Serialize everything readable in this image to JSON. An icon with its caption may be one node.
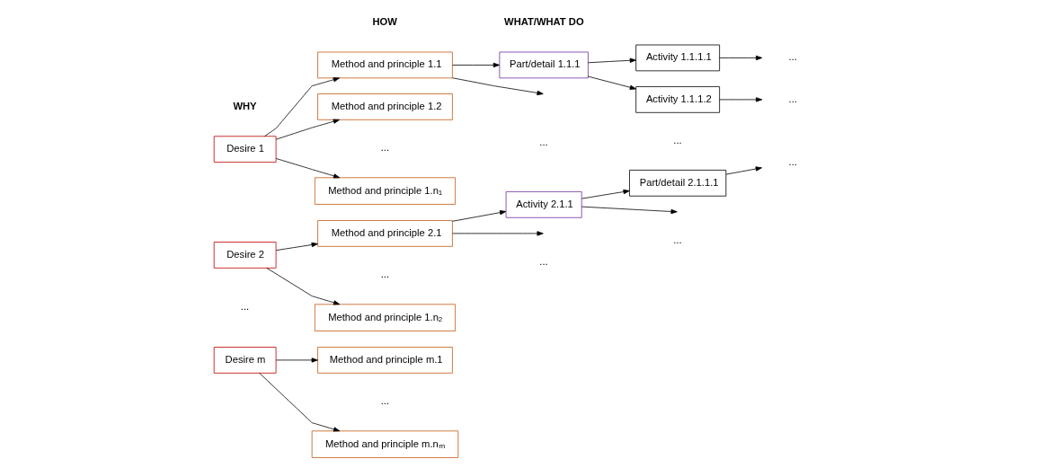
{
  "diagram": {
    "nodes": [
      {
        "text": [
          "Desire 1"
        ]
      },
      {
        "text": [
          "Desire 2"
        ]
      },
      {
        "text": [
          "Desire m"
        ]
      },
      {
        "text": [
          "Method and principle 1.1"
        ]
      },
      {
        "text": [
          "Method and principle 1.2"
        ]
      },
      {
        "text": [
          "Method and principle 1.n$_{1}$"
        ]
      },
      {
        "text": [
          "Method and principle 2.1"
        ]
      },
      {
        "text": [
          "Method and principle 1.n$_{2}$"
        ]
      },
      {
        "text": [
          "Method and principle m.1"
        ]
      },
      {
        "text": [
          "Method and principle m.n$_{m}$"
        ]
      },
      {
        "text": [
          "Part/detail 1.1.1"
        ]
      },
      {
        "text": [
          "Activity 2.1.1"
        ]
      },
      {
        "text": [
          "Activity 1.1.1.1"
        ]
      },
      {
        "text": [
          "Activity 1.1.1.2"
        ]
      },
      {
        "text": [
          "Part/detail 2.1.1.1"
        ]
      },
      {
        "text": [
          "..."
        ]
      },
      {
        "text": [
          "..."
        ]
      },
      {
        "text": [
          "..."
        ]
      }
    ],
    "edges": [
      {
        "from": 0,
        "to": 3,
        "arrow": "to"
      },
      {
        "from": 0,
        "to": 4,
        "arrow": "to"
      },
      {
        "from": 0,
        "to": 5,
        "arrow": "to"
      },
      {
        "from": 1,
        "to": 6,
        "arrow": "to"
      },
      {
        "from": 1,
        "to": 7,
        "arrow": "to"
      },
      {
        "from": 2,
        "to": 8,
        "arrow": "to"
      },
      {
        "from": 2,
        "to": 9,
        "arrow": "to"
      },
      {
        "from": 3,
        "to": 10,
        "arrow": "to"
      },
      {
        "from": 3,
        "to": null,
        "arrow": "to"
      },
      {
        "from": 10,
        "to": 12,
        "arrow": "to"
      },
      {
        "from": 10,
        "to": 13,
        "arrow": "to"
      },
      {
        "from": 12,
        "to": 15,
        "arrow": "to"
      },
      {
        "from": 13,
        "to": 16,
        "arrow": "to"
      },
      {
        "from": 6,
        "to": 11,
        "arrow": "to"
      },
      {
        "from": 6,
        "to": null,
        "arrow": "to"
      },
      {
        "from": 11,
        "to": 14,
        "arrow": "to"
      },
      {
        "from": 11,
        "to": null,
        "arrow": "to"
      },
      {
        "from": 14,
        "to": 17,
        "arrow": "to"
      }
    ],
    "labels": [
      "WHY",
      "HOW",
      "WHAT/WHAT DO",
      "...",
      "...",
      "...",
      "...",
      "...",
      "...",
      "...",
      "..."
    ]
  }
}
